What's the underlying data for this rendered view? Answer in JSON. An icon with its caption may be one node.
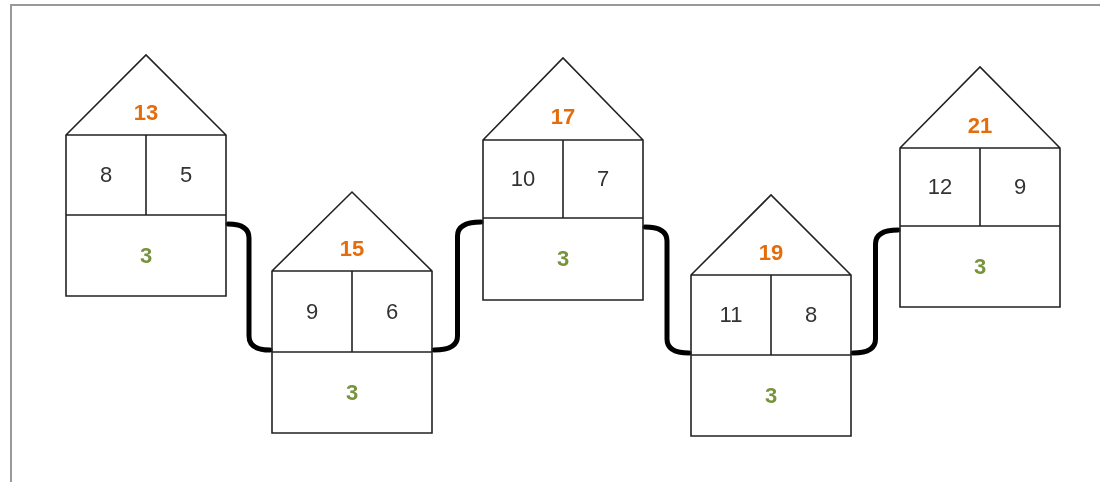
{
  "diagram": {
    "nodes": [
      {
        "text": [],
        "shape": "house"
      },
      {
        "text": [
          "13"
        ],
        "in": 0
      },
      {
        "text": [
          "8"
        ],
        "in": 0
      },
      {
        "text": [
          "5"
        ],
        "in": 0
      },
      {
        "text": [
          "3"
        ],
        "in": 0
      },
      {
        "text": [],
        "shape": "house"
      },
      {
        "text": [
          "15"
        ],
        "in": 5
      },
      {
        "text": [
          "9"
        ],
        "in": 5
      },
      {
        "text": [
          "6"
        ],
        "in": 5
      },
      {
        "text": [
          "3"
        ],
        "in": 5
      },
      {
        "text": [],
        "shape": "house"
      },
      {
        "text": [
          "17"
        ],
        "in": 10
      },
      {
        "text": [
          "10"
        ],
        "in": 10
      },
      {
        "text": [
          "7"
        ],
        "in": 10
      },
      {
        "text": [
          "3"
        ],
        "in": 10
      },
      {
        "text": [],
        "shape": "house"
      },
      {
        "text": [
          "19"
        ],
        "in": 15
      },
      {
        "text": [
          "11"
        ],
        "in": 15
      },
      {
        "text": [
          "8"
        ],
        "in": 15
      },
      {
        "text": [
          "3"
        ],
        "in": 15
      },
      {
        "text": [],
        "shape": "house"
      },
      {
        "text": [
          "21"
        ],
        "in": 20
      },
      {
        "text": [
          "12"
        ],
        "in": 20
      },
      {
        "text": [
          "9"
        ],
        "in": 20
      },
      {
        "text": [
          "3"
        ],
        "in": 20
      }
    ],
    "edges": [
      {
        "from": 0,
        "to": 5,
        "arrow": "none"
      },
      {
        "from": 5,
        "to": 10,
        "arrow": "none"
      },
      {
        "from": 10,
        "to": 15,
        "arrow": "none"
      },
      {
        "from": 15,
        "to": 20,
        "arrow": "none"
      }
    ]
  }
}
